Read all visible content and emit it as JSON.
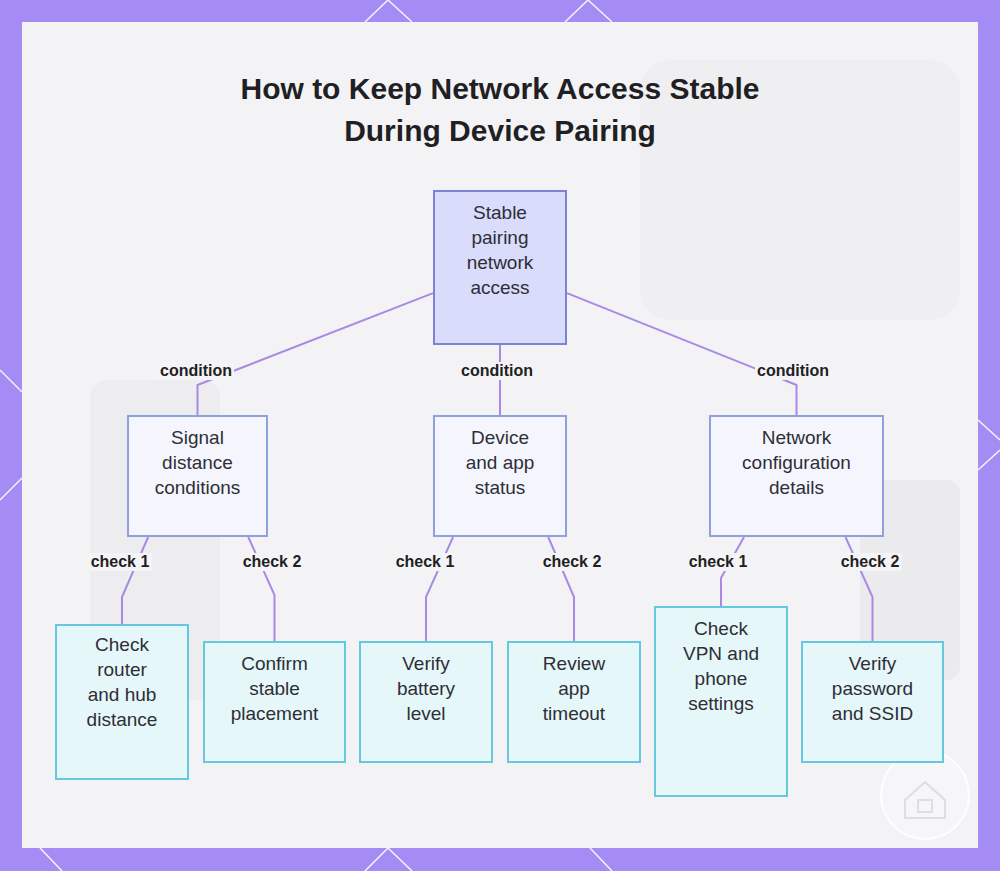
{
  "diagram": {
    "title": "How to Keep Network Access Stable During Device Pairing",
    "nodes": [
      {
        "text": [
          "Stable pairing network access"
        ]
      },
      {
        "text": [
          "Signal distance conditions"
        ]
      },
      {
        "text": [
          "Device and app status"
        ]
      },
      {
        "text": [
          "Network configuration details"
        ]
      },
      {
        "text": [
          "Check router and hub distance"
        ]
      },
      {
        "text": [
          "Confirm stable placement"
        ]
      },
      {
        "text": [
          "Verify battery level"
        ]
      },
      {
        "text": [
          "Review app timeout"
        ]
      },
      {
        "text": [
          "Check VPN and phone settings"
        ]
      },
      {
        "text": [
          "Verify password and SSID"
        ]
      }
    ],
    "edges": [
      {
        "from": 0,
        "to": 1,
        "label": "condition",
        "arrow": "none"
      },
      {
        "from": 0,
        "to": 2,
        "label": "condition",
        "arrow": "none"
      },
      {
        "from": 0,
        "to": 3,
        "label": "condition",
        "arrow": "none"
      },
      {
        "from": 1,
        "to": 4,
        "label": "check 1",
        "arrow": "none"
      },
      {
        "from": 1,
        "to": 5,
        "label": "check 2",
        "arrow": "none"
      },
      {
        "from": 2,
        "to": 6,
        "label": "check 1",
        "arrow": "none"
      },
      {
        "from": 2,
        "to": 7,
        "label": "check 2",
        "arrow": "none"
      },
      {
        "from": 3,
        "to": 8,
        "label": "check 1",
        "arrow": "none"
      },
      {
        "from": 3,
        "to": 9,
        "label": "check 2",
        "arrow": "none"
      }
    ]
  }
}
